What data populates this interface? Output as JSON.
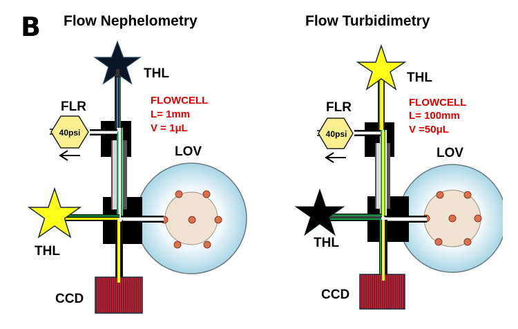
{
  "panel_label": "B",
  "panels": [
    {
      "title": "Flow Nephelometry",
      "top_source": {
        "label": "THL",
        "color": "#0a1626"
      },
      "side_source": {
        "label": "THL",
        "color": "#ffff1a"
      },
      "flowcell": {
        "heading": "FLOWCELL",
        "length": "L= 1mm",
        "volume": "V = 1μL"
      },
      "pressure": {
        "label": "FLR",
        "value": "40psi"
      },
      "valve": {
        "label": "LOV"
      },
      "detector": {
        "label": "CCD"
      }
    },
    {
      "title": "Flow Turbidimetry",
      "top_source": {
        "label": "THL",
        "color": "#ffff1a"
      },
      "side_source": {
        "label": "THL",
        "color": "#000000"
      },
      "flowcell": {
        "heading": "FLOWCELL",
        "length": "L= 100mm",
        "volume": "V =50μL"
      },
      "pressure": {
        "label": "FLR",
        "value": "40psi"
      },
      "valve": {
        "label": "LOV"
      },
      "detector": {
        "label": "CCD"
      }
    }
  ],
  "colors": {
    "text_red": "#e00000",
    "star_yellow": "#ffff1a",
    "star_dark": "#0a1626",
    "hex_fill": "#fbf08f",
    "ccd_fill": "#8b1d2c",
    "ccd_stripe": "#c8283a",
    "lov_outer": "#b6dde9",
    "lov_inner": "#efe2d2",
    "port": "#d9704f",
    "fiber_green": "#16a04a",
    "fiber_yellow": "#ffff00"
  }
}
